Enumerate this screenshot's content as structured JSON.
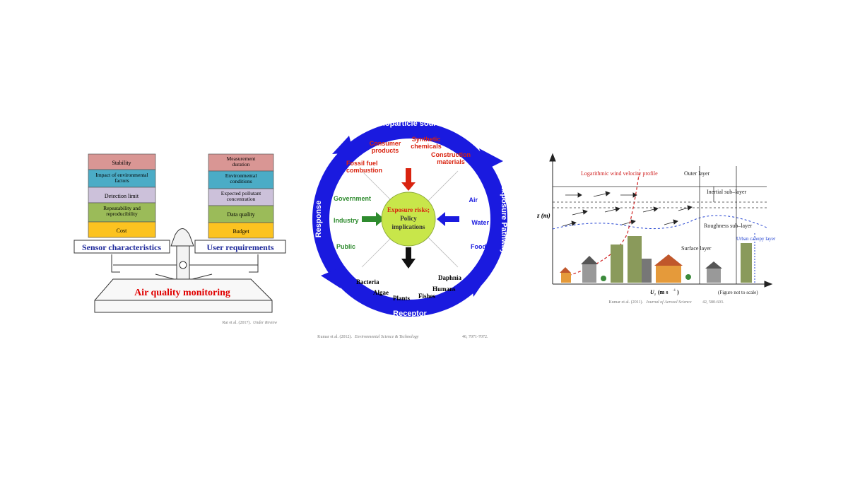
{
  "balance": {
    "left_stack": [
      "Stability",
      "Impact of environmental factors",
      "Detection limit",
      "Repeatability and reproducibility",
      "Cost"
    ],
    "right_stack": [
      "Measurement duration",
      "Environmental conditions",
      "Expected pollutant concentration",
      "Data quality",
      "Budget"
    ],
    "left_title": "Sensor characteristics",
    "right_title": "User requirements",
    "base_title": "Air quality monitoring",
    "citation_authors": "Rai et al. (2017).",
    "citation_source": "Under Review",
    "colors": {
      "stability": "#d99694",
      "env": "#4bacc6",
      "detection": "#ccc1da",
      "repeat": "#9bbb59",
      "cost": "#fcc320",
      "title_red": "#e00000",
      "title_blue": "#1f2a9b"
    }
  },
  "cycle": {
    "top_label": "Nanoparticle sources",
    "right_label": "Exposure Pathway",
    "bottom_label": "Receptor",
    "left_label": "Response",
    "sources": [
      "Consumer products",
      "Synthetic chemicals",
      "Fossil fuel combustion",
      "Construction materials"
    ],
    "response": [
      "Government",
      "Industry",
      "Public"
    ],
    "pathway": [
      "Air",
      "Water",
      "Food"
    ],
    "receptors": [
      "Bacteria",
      "Algae",
      "Plants",
      "Fishes",
      "Humans",
      "Daphnia"
    ],
    "center_lines": [
      "Exposure risks;",
      "Policy",
      "implications"
    ],
    "citation_authors": "Kumar et al. (2012).",
    "citation_source": "Environmental Science & Technology",
    "citation_rest": "46, 7071-7072.",
    "colors": {
      "ring": "#1a1adf",
      "red": "#d9230f",
      "green": "#2e8b2e",
      "blue": "#1a1adf",
      "center": "#c8e64a"
    }
  },
  "boundary": {
    "curve_label": "Logarithmic wind velocity profile",
    "outer_layer": "Outer layer",
    "inertial": "Inertial sub–layer",
    "roughness": "Roughness sub–layer",
    "surface": "Surface layer",
    "canopy": "Urban canopy layer",
    "yaxis": "z (m)",
    "xaxis": "U",
    "xaxis_sub": "z",
    "xaxis_unit": "(m s",
    "xaxis_exp": "-1",
    "xaxis_close": ")",
    "note": "(Figure not to scale)",
    "citation_authors": "Kumar et al. (2011).",
    "citation_source": "Journal of Aerosol Science",
    "citation_rest": "42, 580-603.",
    "colors": {
      "profile": "#d02020",
      "canopy": "#2040d0"
    }
  }
}
